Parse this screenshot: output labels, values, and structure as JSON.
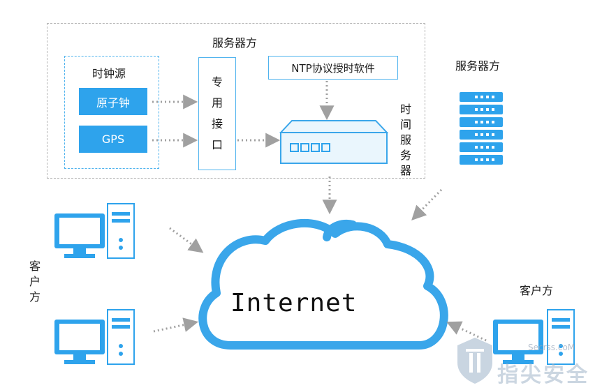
{
  "server_side_label": "服务器方",
  "server_side_label_right": "服务器方",
  "clock_source": {
    "title": "时钟源",
    "atomic_clock": "原子钟",
    "gps": "GPS"
  },
  "interface_chars": [
    "专",
    "用",
    "接",
    "口"
  ],
  "ntp_software": "NTP协议授时软件",
  "time_server_chars": [
    "时",
    "间",
    "服",
    "务",
    "器"
  ],
  "cloud_label": "Internet",
  "client_label_left_chars": [
    "客",
    "户",
    "方"
  ],
  "client_label_right": "客户方",
  "watermark": {
    "text": "指尖安全",
    "url": "Secrss.coM"
  },
  "colors": {
    "accent_blue": "#2ea3ec",
    "cloud_stroke": "#3aa6ea",
    "arrow_gray": "#a0a0a0",
    "dashed_border": "#b5b5b5"
  }
}
